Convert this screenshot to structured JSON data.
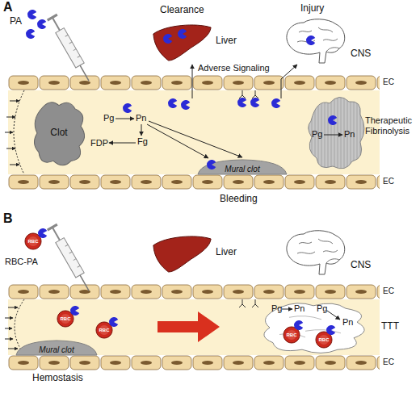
{
  "diagram": {
    "nodes": [
      {
        "text": [
          "Liver"
        ]
      },
      {
        "text": [
          "CNS"
        ]
      },
      {
        "text": [
          "Clot"
        ]
      },
      {
        "text": [
          "Mural clot"
        ]
      },
      {
        "text": [
          "RBC"
        ]
      },
      {
        "text": [
          "Liver"
        ]
      },
      {
        "text": [
          "CNS"
        ]
      },
      {
        "text": [
          "RBC"
        ]
      },
      {
        "text": [
          "RBC"
        ]
      },
      {
        "text": [
          "RBC"
        ]
      },
      {
        "text": [
          "RBC"
        ]
      },
      {
        "text": [
          "Mural clot"
        ]
      }
    ],
    "labels": [
      "A",
      "PA",
      "Clearance",
      "Injury",
      "Adverse Signaling",
      "EC",
      "Pg",
      "Pn",
      "Fg",
      "FDP",
      "Pg",
      "Pn",
      "Therapeutic Fibrinolysis",
      "EC",
      "Bleeding",
      "B",
      "RBC-PA",
      "EC",
      "Pg",
      "Pn",
      "Pg",
      "Pn",
      "TTT",
      "EC",
      "Hemostasis"
    ]
  }
}
